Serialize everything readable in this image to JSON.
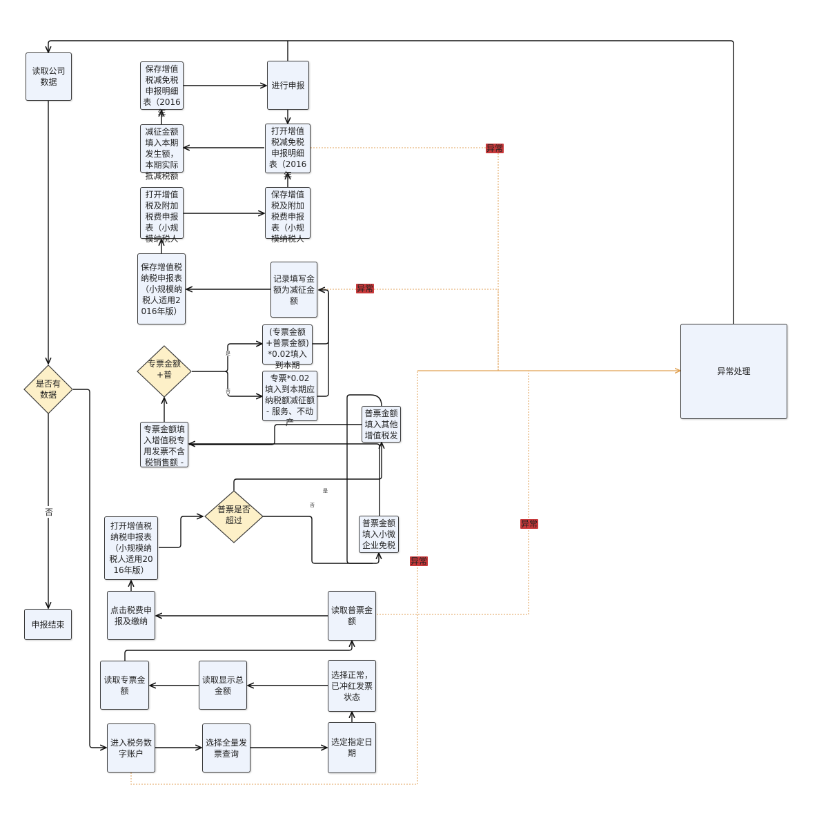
{
  "nodes": {
    "read_company": "读取公司数据",
    "has_data": "是否有数据",
    "end": "申报结束",
    "save_vat_exempt": "保存增值税减免税申报明细表（2016年",
    "do_declare": "进行申报",
    "fill_reduction": "减征金额填入本期发生额，本期实际抵减税额",
    "open_vat_exempt": "打开增值税减免税申报明细表（2016年",
    "open_surtax": "打开增值税及附加税费申报表（小规模纳税人",
    "save_surtax": "保存增值税及附加税费申报表（小规模纳税人",
    "save_vat_return": "保存增值税纳税申报表（小规模纳税人适用2016年版）",
    "record_amount": "记录填写金额为减征金额",
    "calc_formula": "(专票金额+普票金额)*0.02填入到本期",
    "special_formula": "专票*0.02 填入到本期应纳税额减征额 - 服务、不动产",
    "special_plus": "专票金额+普",
    "general_other": "普票金额填入其他增值税发",
    "special_fill": "专票金额填入增值税专用发票不含税销售额 -",
    "general_exceed": "普票是否超过",
    "open_vat_return": "打开增值税纳税申报表（小规模纳税人适用2016年版）",
    "general_small": "普票金额填入小微企业免税",
    "click_tax": "点击税费申报及缴纳",
    "read_general": "读取普票金额",
    "read_special": "读取专票金额",
    "read_total": "读取显示总金额",
    "select_status": "选择正常，已冲红发票状态",
    "enter_account": "进入税务数字账户",
    "select_query": "选择全量发票查询",
    "select_date": "选定指定日期",
    "exception": "异常处理"
  },
  "labels": {
    "no": "否",
    "yes": "是",
    "exception": "异常"
  }
}
